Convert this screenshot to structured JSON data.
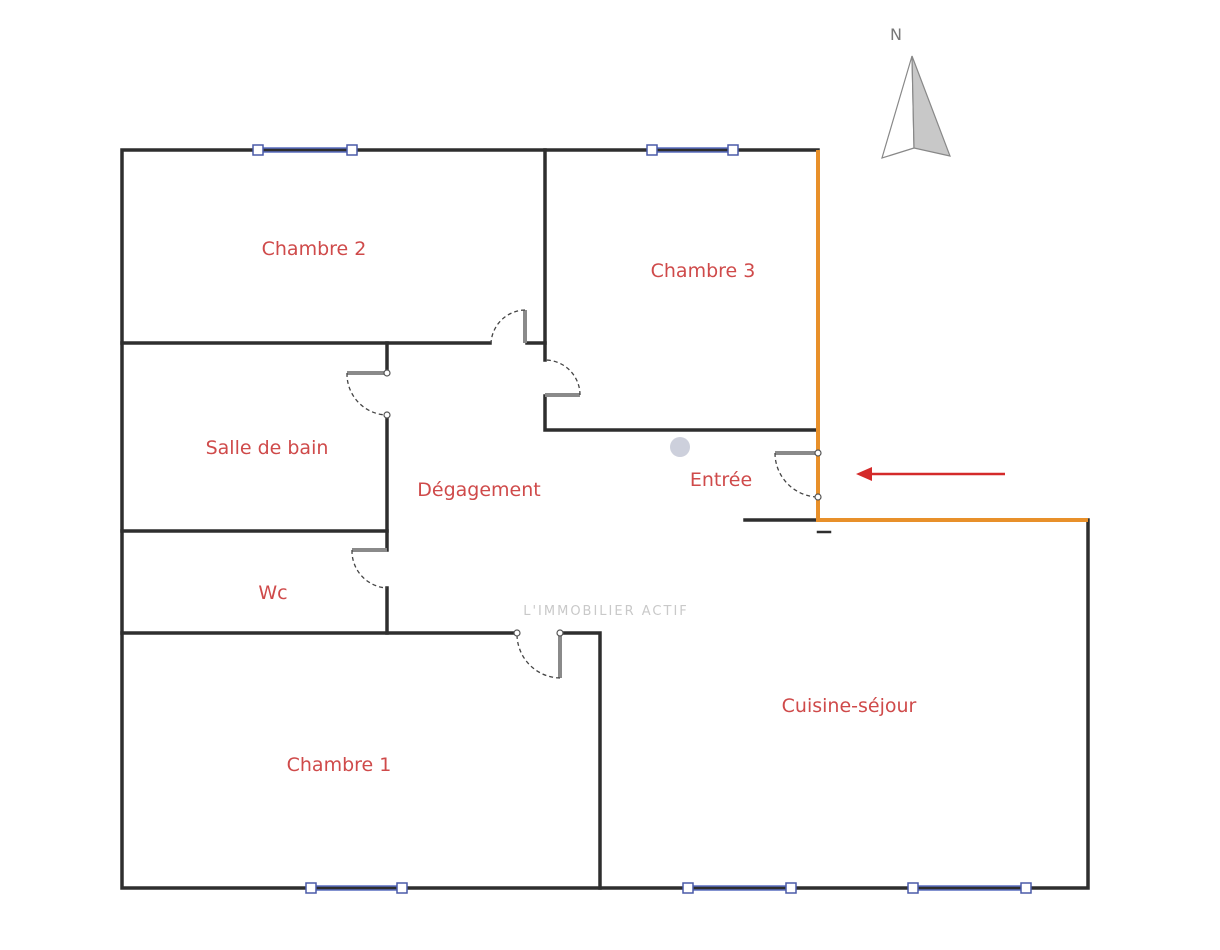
{
  "compass": {
    "label": "N"
  },
  "rooms": {
    "chambre2": "Chambre 2",
    "chambre3": "Chambre 3",
    "salle_de_bain": "Salle de bain",
    "degagement": "Dégagement",
    "entree": "Entrée",
    "wc": "Wc",
    "chambre1": "Chambre 1",
    "cuisine_sejour": "Cuisine-séjour"
  },
  "watermark": "L'IMMOBILIER ACTIF",
  "colors": {
    "walls": "#2e2e2e",
    "exterior_highlight": "#e8902a",
    "entry_arrow": "#d42a2a",
    "labels": "#cf4a4a",
    "windows": "#4a5aa8"
  }
}
